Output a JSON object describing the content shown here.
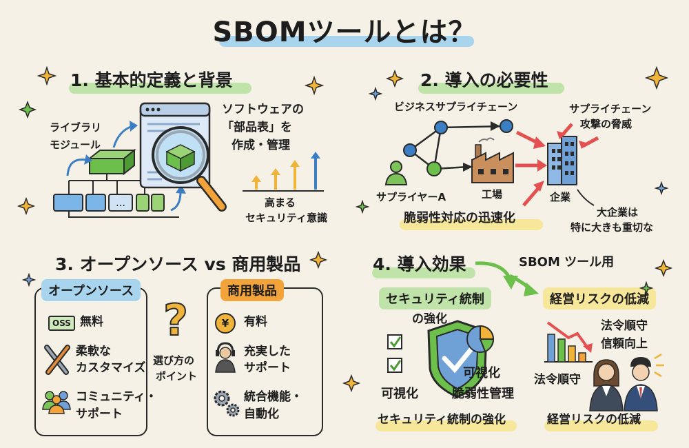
{
  "title": "SBOMツールとは？",
  "s1": {
    "title": "1. 基本的定義と背景",
    "lib_label_1": "ライブラリ",
    "lib_label_2": "モジュール",
    "desc_1": "ソフトウェアの",
    "desc_2": "「部品表」を",
    "desc_3": "作成・管理",
    "bars_1": "高まる",
    "bars_2": "セキュリティ意識"
  },
  "s2": {
    "title": "2. 導入の必要性",
    "chain_label": "ビジネスサプライチェーン",
    "attack_1": "サプライチェーン",
    "attack_2": "攻撃の脅威",
    "supplier": "サプライヤーA",
    "factory": "工場",
    "company": "企業",
    "big_1": "大企業は",
    "big_2": "特に大きも重切な",
    "vuln": "脆弱性対応の迅速化"
  },
  "s3": {
    "title": "3. オープンソース vs 商用製品",
    "oss_header": "オープンソース",
    "oss_badge": "OSS",
    "oss_items": [
      "無料",
      "柔軟な",
      "カスタマイズ",
      "コミュニティ・",
      "サポート"
    ],
    "center_1": "選び方の",
    "center_2": "ポイント",
    "com_header": "商用製品",
    "yen": "¥",
    "com_items": [
      "有料",
      "充実した",
      "サポート",
      "統合機能・",
      "自動化"
    ]
  },
  "s4": {
    "title": "4. 導入効果",
    "tool": "SBOM ツール用",
    "sec_pill": "セキュリティ統制",
    "sec_sub": "の強化",
    "risk_pill": "経営リスクの低減",
    "vis_1": "可視化",
    "vis_2": "可視化",
    "vuln_mgmt": "脆弱性管理",
    "sec_bottom": "セキュリティ統制の強化",
    "law_1": "法令順守",
    "law_2": "信頼向上",
    "law_3": "法令順守",
    "risk_bottom": "経営リスクの低減"
  },
  "colors": {
    "accent_green": "#6cbf4a",
    "accent_blue": "#4a90d9",
    "accent_orange": "#f2a33a",
    "accent_red": "#e45050",
    "highlight_green": "#bfe3a8",
    "highlight_yellow": "#f7e79a",
    "highlight_blue": "#a9d4ee"
  },
  "icons": [
    "sparkle-icon",
    "magnifier-icon",
    "browser-window-icon",
    "factory-icon",
    "building-icon",
    "person-icon",
    "question-mark-icon",
    "wrench-icon",
    "headset-icon",
    "gears-icon",
    "shield-check-icon",
    "pie-chart-icon",
    "bar-chart-icon",
    "business-people-icon"
  ]
}
